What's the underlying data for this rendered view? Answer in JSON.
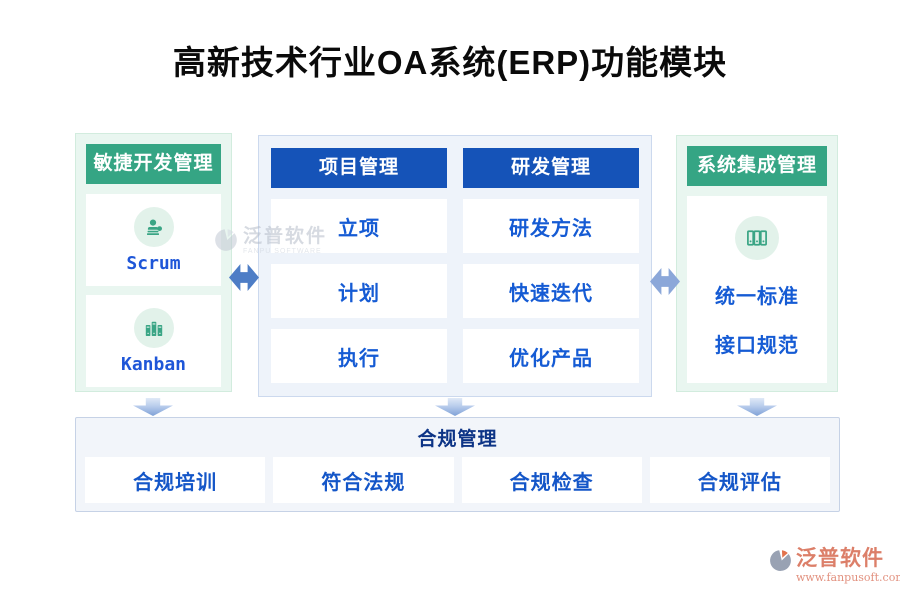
{
  "title": "高新技术行业OA系统(ERP)功能模块",
  "colors": {
    "green_header": "#35a584",
    "mint_panel_bg": "#e9f6f0",
    "blue_header": "#1553b8",
    "blue_item_text": "#155bd4",
    "bluish_panel_bg": "#eef3fa",
    "bottom_panel_bg": "#f2f5fa",
    "bottom_title_text": "#0d3486",
    "link_arrow_dark": "#4d7dc6",
    "link_arrow_light": "#8ba7d9",
    "down_arrow": "#7fa1d7",
    "logo_salmon": "#dc7f69",
    "icon_green": "#3aa585"
  },
  "left_panel": {
    "header": "敏捷开发管理",
    "items": [
      {
        "label": "Scrum",
        "icon": "stamp-person-icon"
      },
      {
        "label": "Kanban",
        "icon": "kanban-columns-icon"
      }
    ]
  },
  "middle_panel": {
    "columns": [
      {
        "header": "项目管理",
        "items": [
          "立项",
          "计划",
          "执行"
        ]
      },
      {
        "header": "研发管理",
        "items": [
          "研发方法",
          "快速迭代",
          "优化产品"
        ]
      }
    ]
  },
  "right_panel": {
    "header": "系统集成管理",
    "icon": "binders-icon",
    "items": [
      "统一标准",
      "接口规范"
    ]
  },
  "bottom_panel": {
    "title": "合规管理",
    "items": [
      "合规培训",
      "符合法规",
      "合规检查",
      "合规评估"
    ]
  },
  "watermark": {
    "text": "泛普软件",
    "subtext": "FANPU SOFTWARE"
  },
  "footer_logo": {
    "text": "泛普软件",
    "url": "www.fanpusoft.com"
  }
}
